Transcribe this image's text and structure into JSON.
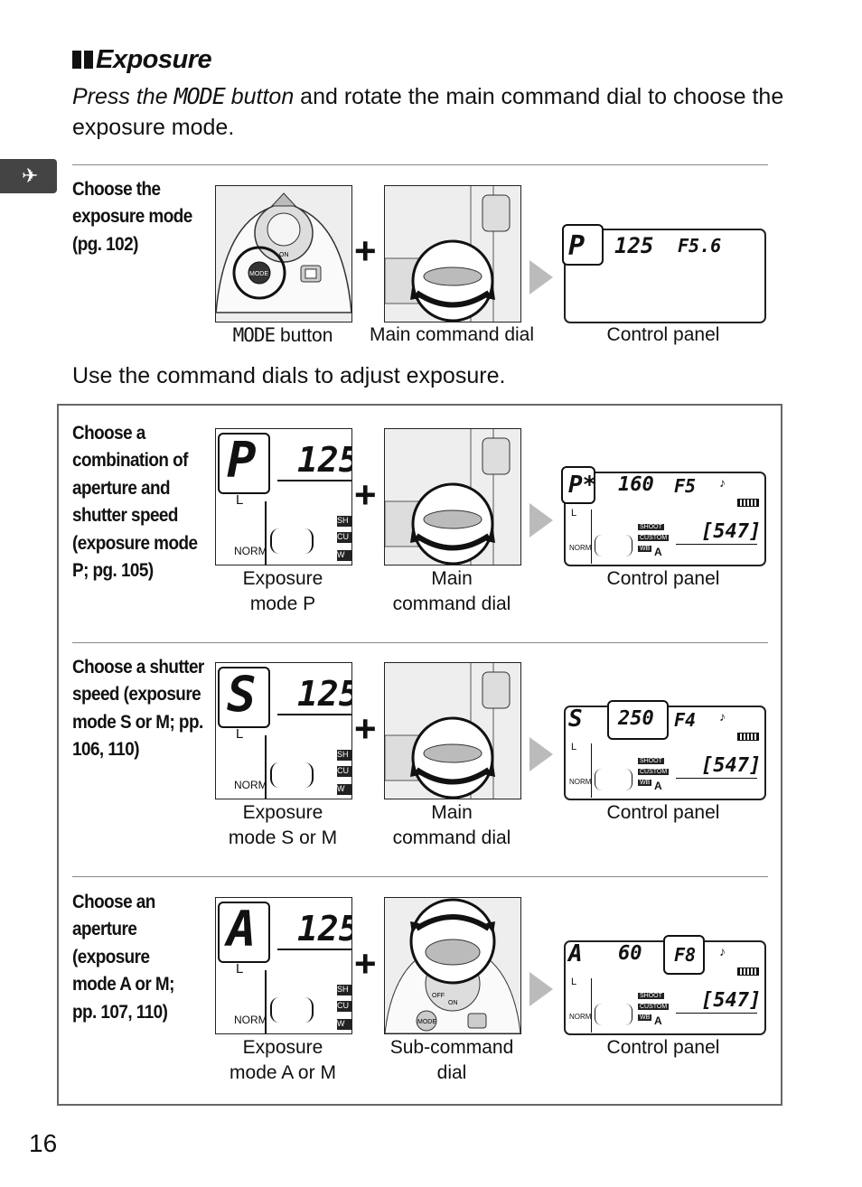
{
  "heading": "Exposure",
  "intro": {
    "part1": "Press the ",
    "mode_word": "MODE",
    "part2": " button",
    "part3": " and rotate the main command dial to choose the exposure mode."
  },
  "section1": {
    "label": [
      "Choose the",
      "exposure mode",
      "(pg. 102)"
    ],
    "captions": {
      "mode_button": "MODE",
      "mode_button_suffix": " button",
      "main_dial": "Main command dial",
      "control_panel": "Control panel"
    },
    "panel": {
      "mode": "P",
      "shutter": "125",
      "aperture": "F5.6"
    }
  },
  "subhead": "Use the command dials to adjust exposure.",
  "rows": [
    {
      "label": [
        "Choose a",
        "combination of",
        "aperture and",
        "shutter speed",
        "(exposure mode",
        "P; pg. 105)"
      ],
      "cap1": [
        "Exposure",
        "mode P"
      ],
      "cap2": [
        "Main",
        "command dial"
      ],
      "cap3": "Control panel",
      "lcd": {
        "mode": "P",
        "shutter": "125"
      },
      "panel": {
        "mode": "P*",
        "shutter": "160",
        "aperture": "F5",
        "count": "[547]"
      }
    },
    {
      "label": [
        "Choose a shutter",
        "speed (exposure",
        "mode S or M; pp.",
        "106, 110)"
      ],
      "cap1": [
        "Exposure",
        "mode S or M"
      ],
      "cap2": [
        "Main",
        "command dial"
      ],
      "cap3": "Control panel",
      "lcd": {
        "mode": "S",
        "shutter": "125"
      },
      "panel": {
        "mode": "S",
        "shutter": "250",
        "aperture": "F4",
        "count": "[547]"
      }
    },
    {
      "label": [
        "Choose an",
        "aperture",
        "(exposure",
        "mode A or M;",
        "pp. 107, 110)"
      ],
      "cap1": [
        "Exposure",
        "mode A or M"
      ],
      "cap2": [
        "Sub-command",
        "dial"
      ],
      "cap3": "Control panel",
      "lcd": {
        "mode": "A",
        "shutter": "125"
      },
      "panel": {
        "mode": "A",
        "shutter": "60",
        "aperture": "F8",
        "count": "[547]"
      }
    }
  ],
  "lcd_small": {
    "l": "L",
    "norm": "NORM",
    "sh": "SH",
    "cu": "CU",
    "wb": "W"
  },
  "panel_small": {
    "shoot": "SHOOT",
    "custom": "CUSTOM",
    "wb": "WB",
    "a": "A",
    "l": "L",
    "norm": "NORM",
    "note": "♪"
  },
  "dial_labels": {
    "mode": "MODE",
    "on": "ON",
    "off": "OFF"
  },
  "page_number": "16"
}
